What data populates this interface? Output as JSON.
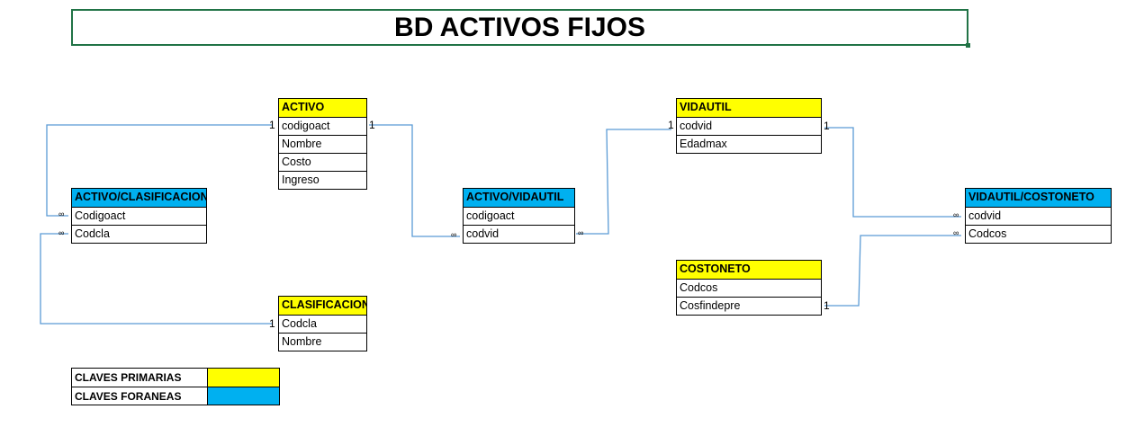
{
  "title": "BD ACTIVOS FIJOS",
  "tables": {
    "activo": {
      "name": "ACTIVO",
      "fields": [
        "codigoact",
        "Nombre",
        "Costo",
        "Ingreso"
      ]
    },
    "activo_clasificacion": {
      "name": "ACTIVO/CLASIFICACION",
      "fields": [
        "Codigoact",
        "Codcla"
      ]
    },
    "clasificacion": {
      "name": "CLASIFICACION",
      "fields": [
        "Codcla",
        "Nombre"
      ]
    },
    "activo_vidautil": {
      "name": "ACTIVO/VIDAUTIL",
      "fields": [
        "codigoact",
        "codvid"
      ]
    },
    "vidautil": {
      "name": "VIDAUTIL",
      "fields": [
        "codvid",
        "Edadmax"
      ]
    },
    "costoneto": {
      "name": "COSTONETO",
      "fields": [
        "Codcos",
        "Cosfindepre"
      ]
    },
    "vidautil_costoneto": {
      "name": "VIDAUTIL/COSTONETO",
      "fields": [
        "codvid",
        "Codcos"
      ]
    }
  },
  "cardinality": {
    "one": "1",
    "many": "∞"
  },
  "legend": {
    "primary": "CLAVES PRIMARIAS",
    "foreign": "CLAVES FORANEAS"
  },
  "colors": {
    "primary": "#ffff00",
    "foreign": "#00b0f0",
    "line": "#5b9bd5"
  }
}
